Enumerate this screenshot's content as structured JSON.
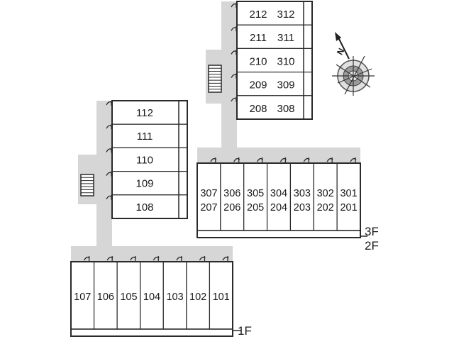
{
  "floor_labels": {
    "f1": "1F",
    "f2": "2F",
    "f3": "3F"
  },
  "compass": {
    "north_label": "N"
  },
  "rooms_1f_row": [
    "107",
    "106",
    "105",
    "104",
    "103",
    "102",
    "101"
  ],
  "rooms_1f_stack": [
    "112",
    "111",
    "110",
    "109",
    "108"
  ],
  "rooms_upper_row": [
    {
      "top": "307",
      "bottom": "207"
    },
    {
      "top": "306",
      "bottom": "206"
    },
    {
      "top": "305",
      "bottom": "205"
    },
    {
      "top": "304",
      "bottom": "204"
    },
    {
      "top": "303",
      "bottom": "203"
    },
    {
      "top": "302",
      "bottom": "202"
    },
    {
      "top": "301",
      "bottom": "201"
    }
  ],
  "rooms_upper_stack": [
    {
      "left": "212",
      "right": "312"
    },
    {
      "left": "211",
      "right": "311"
    },
    {
      "left": "210",
      "right": "310"
    },
    {
      "left": "209",
      "right": "309"
    },
    {
      "left": "208",
      "right": "308"
    }
  ],
  "colors": {
    "corridor": "#d6d6d6",
    "wall": "#2a2a2a",
    "room": "#ffffff"
  }
}
